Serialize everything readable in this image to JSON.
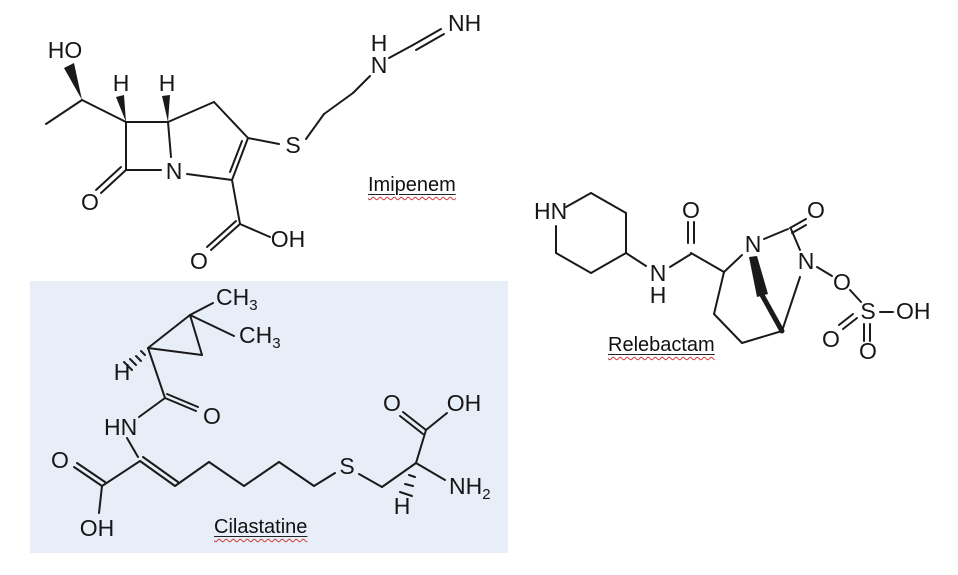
{
  "canvas": {
    "background": "#ffffff"
  },
  "colors": {
    "structure_ink": "#1a1a1a",
    "spellcheck_red": "#cf3b3b",
    "label_underline": "#222222"
  },
  "molecules": {
    "imipenem": {
      "label": "Imipenem",
      "atoms": {
        "ho": "HO",
        "h_c6": "H",
        "h_c5": "H",
        "n_ring": "N",
        "o_lactam": "O",
        "o_acid": "O",
        "oh_acid": "OH",
        "s_thioether": "S",
        "h_amine": "H",
        "n_amine": "N",
        "nh_imine": "NH"
      }
    },
    "cilastatine": {
      "label": "Cilastatine",
      "highlight_color": "#e8eef7",
      "atoms": {
        "ch3_top": {
          "main": "CH",
          "sub": "3"
        },
        "ch3_bottom": {
          "main": "CH",
          "sub": "3"
        },
        "h_cyclopropane": "H",
        "o_amide": "O",
        "hn_amide": "HN",
        "o_acid_left": "O",
        "oh_acid_left": "OH",
        "s_thioether": "S",
        "o_acid_right": "O",
        "oh_acid_right": "OH",
        "nh2": {
          "main": "NH",
          "sub": "2"
        },
        "h_stereo": "H"
      }
    },
    "relebactam": {
      "label": "Relebactam",
      "atoms": {
        "hn_piperidine": "HN",
        "n_amide": "N",
        "h_amide": "H",
        "o_amide": "O",
        "n1": "N",
        "o_lactam": "O",
        "n6": "N",
        "o_bridge": "O",
        "s_sulfate": "S",
        "o_sulfate_left": "O",
        "o_sulfate_bottom": "O",
        "oh_sulfate": "OH"
      }
    }
  }
}
